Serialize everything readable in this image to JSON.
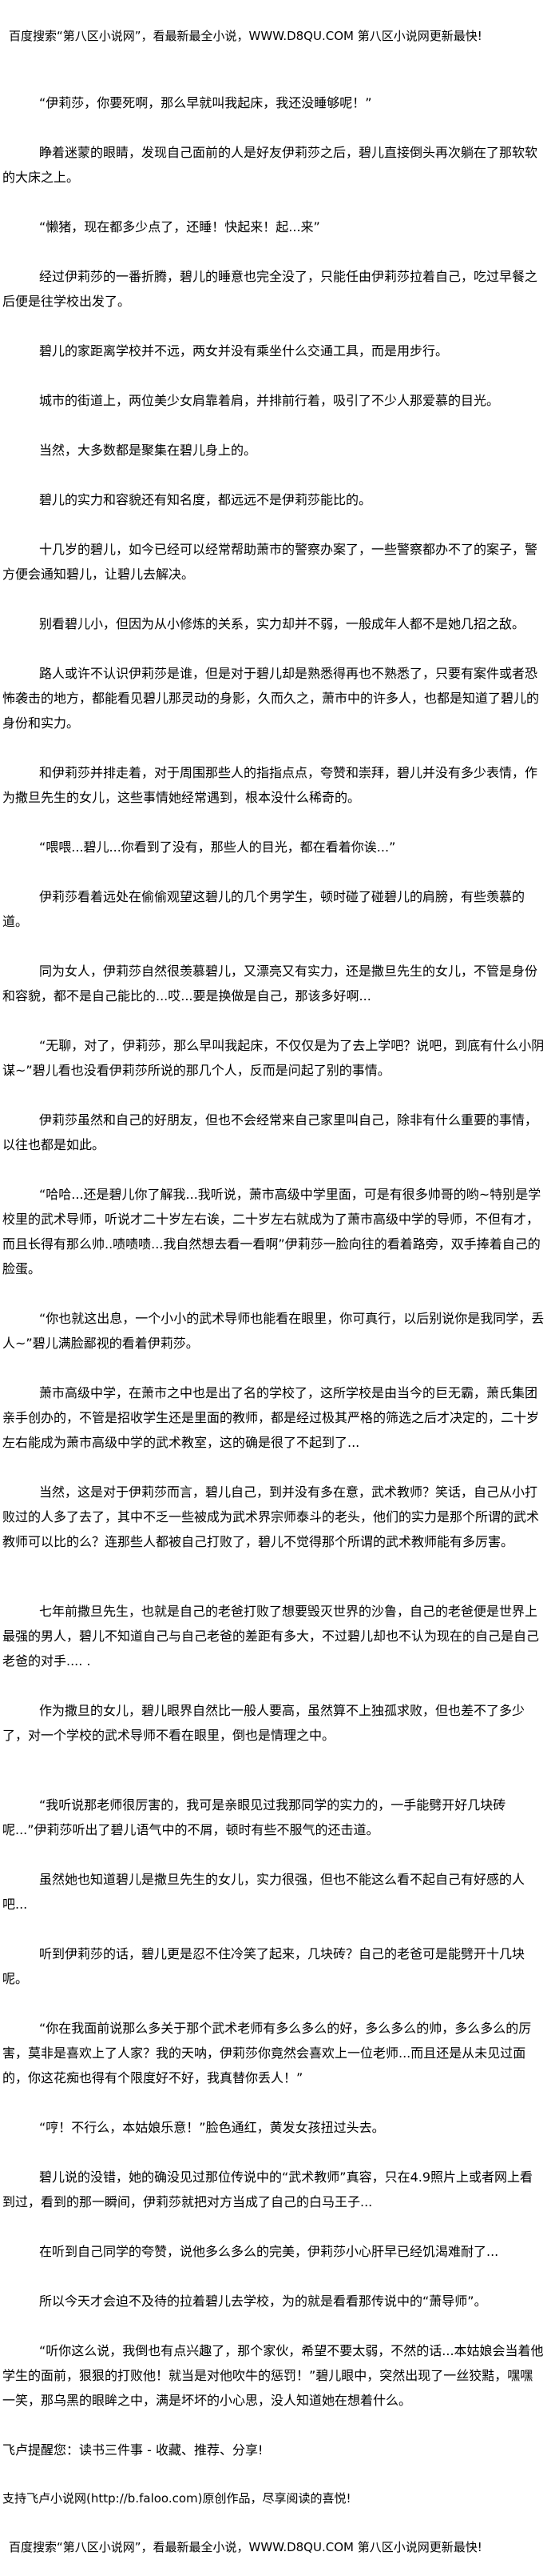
{
  "header_banner": "百度搜索“第八区小说网”，看最新最全小说，WWW.D8QU.COM   第八区小说网更新最快!",
  "paragraphs": [
    "“伊莉莎，你要死啊，那么早就叫我起床，我还没睡够呢！”",
    "睁着迷蒙的眼睛，发现自己面前的人是好友伊莉莎之后，碧儿直接倒头再次躺在了那软软的大床之上。",
    "“懒猪，现在都多少点了，还睡！快起来！起...来”",
    "经过伊莉莎的一番折腾，碧儿的睡意也完全没了，只能任由伊莉莎拉着自己，吃过早餐之后便是往学校出发了。",
    "碧儿的家距离学校并不远，两女并没有乘坐什么交通工具，而是用步行。",
    "城市的街道上，两位美少女肩靠着肩，并排前行着，吸引了不少人那爱慕的目光。",
    "当然，大多数都是聚集在碧儿身上的。",
    "碧儿的实力和容貌还有知名度，都远远不是伊莉莎能比的。",
    "十几岁的碧儿，如今已经可以经常帮助萧市的警察办案了，一些警察都办不了的案子，警方便会通知碧儿，让碧儿去解决。",
    "别看碧儿小，但因为从小修炼的关系，实力却并不弱，一般成年人都不是她几招之敌。",
    "路人或许不认识伊莉莎是谁，但是对于碧儿却是熟悉得再也不熟悉了，只要有案件或者恐怖袭击的地方，都能看见碧儿那灵动的身影，久而久之，萧市中的许多人，也都是知道了碧儿的身份和实力。",
    "和伊莉莎并排走着，对于周围那些人的指指点点，夸赞和崇拜，碧儿并没有多少表情，作为撒旦先生的女儿，这些事情她经常遇到，根本没什么稀奇的。",
    "“喂喂...碧儿...你看到了没有，那些人的目光，都在看着你诶...”",
    "伊莉莎看着远处在偷偷观望这碧儿的几个男学生，顿时碰了碰碧儿的肩膀，有些羡慕的道。",
    "同为女人，伊莉莎自然很羡慕碧儿，又漂亮又有实力，还是撒旦先生的女儿，不管是身份和容貌，都不是自己能比的...哎...要是换做是自己，那该多好啊...",
    "“无聊，对了，伊莉莎，那么早叫我起床，不仅仅是为了去上学吧？说吧，到底有什么小阴谋~”碧儿看也没看伊莉莎所说的那几个人，反而是问起了别的事情。",
    "伊莉莎虽然和自己的好朋友，但也不会经常来自己家里叫自己，除非有什么重要的事情，以往也都是如此。",
    "“哈哈...还是碧儿你了解我...我听说，萧市高级中学里面，可是有很多帅哥的哟~特别是学校里的武术导师，听说才二十岁左右诶，二十岁左右就成为了萧市高级中学的导师，不但有才，而且长得有那么帅..啧啧啧...我自然想去看一看啊”伊莉莎一脸向往的看着路旁，双手捧着自己的脸蛋。",
    "“你也就这出息，一个小小的武术导师也能看在眼里，你可真行，以后别说你是我同学，丢人~”碧儿满脸鄙视的看着伊莉莎。",
    "萧市高级中学，在萧市之中也是出了名的学校了，这所学校是由当今的巨无霸，萧氏集团亲手创办的，不管是招收学生还是里面的教师，都是经过极其严格的筛选之后才决定的，二十岁左右能成为萧市高级中学的武术教室，这的确是很了不起到了...",
    "当然，这是对于伊莉莎而言，碧儿自己，到并没有多在意，武术教师？笑话，自己从小打败过的人多了去了，其中不乏一些被成为武术界宗师泰斗的老头，他们的实力是那个所谓的武术教师可以比的么？连那些人都被自己打败了，碧儿不觉得那个所谓的武术教师能有多厉害。",
    "七年前撒旦先生，也就是自己的老爸打败了想要毁灭世界的沙鲁，自己的老爸便是世界上最强的男人，碧儿不知道自己与自己老爸的差距有多大，不过碧儿却也不认为现在的自己是自己老爸的对手.... .",
    "作为撒旦的女儿，碧儿眼界自然比一般人要高，虽然算不上独孤求败，但也差不了多少了，对一个学校的武术导师不看在眼里，倒也是情理之中。",
    "“我听说那老师很厉害的，我可是亲眼见过我那同学的实力的，一手能劈开好几块砖呢...”伊莉莎听出了碧儿语气中的不屑，顿时有些不服气的还击道。",
    "虽然她也知道碧儿是撒旦先生的女儿，实力很强，但也不能这么看不起自己有好感的人吧...",
    "听到伊莉莎的话，碧儿更是忍不住冷笑了起来，几块砖？自己的老爸可是能劈开十几块呢。",
    "“你在我面前说那么多关于那个武术老师有多么多么的好，多么多么的帅，多么多么的厉害，莫非是喜欢上了人家？我的天呐，伊莉莎你竟然会喜欢上一位老师...而且还是从未见过面的，你这花痴也得有个限度好不好，我真替你丢人！”",
    "“哼！不行么，本姑娘乐意！”脸色通红，黄发女孩扭过头去。",
    "碧儿说的没错，她的确没见过那位传说中的“武术教师”真容，只在4.9照片上或者网上看到过，看到的那一瞬间，伊莉莎就把对方当成了自己的白马王子...",
    "在听到自己同学的夸赞，说他多么多么的完美，伊莉莎小心肝早已经饥渴难耐了...",
    "所以今天才会迫不及待的拉着碧儿去学校，为的就是看看那传说中的“萧导师”。",
    "“听你这么说，我倒也有点兴趣了，那个家伙，希望不要太弱，不然的话...本姑娘会当着他学生的面前，狠狠的打败他！就当是对他吹牛的惩罚！”碧儿眼中，突然出现了一丝狡黠，嘿嘿一笑，那乌黑的眼眸之中，满是坏坏的小心思，没人知道她在想着什么。"
  ],
  "footer_note": "飞卢提醒您：读书三件事 - 收藏、推荐、分享!",
  "footer_support": "支持飞卢小说网(http://b.faloo.com)原创作品，尽享阅读的喜悦!",
  "footer_banner": "百度搜索“第八区小说网”，看最新最全小说，WWW.D8QU.COM   第八区小说网更新最快!"
}
